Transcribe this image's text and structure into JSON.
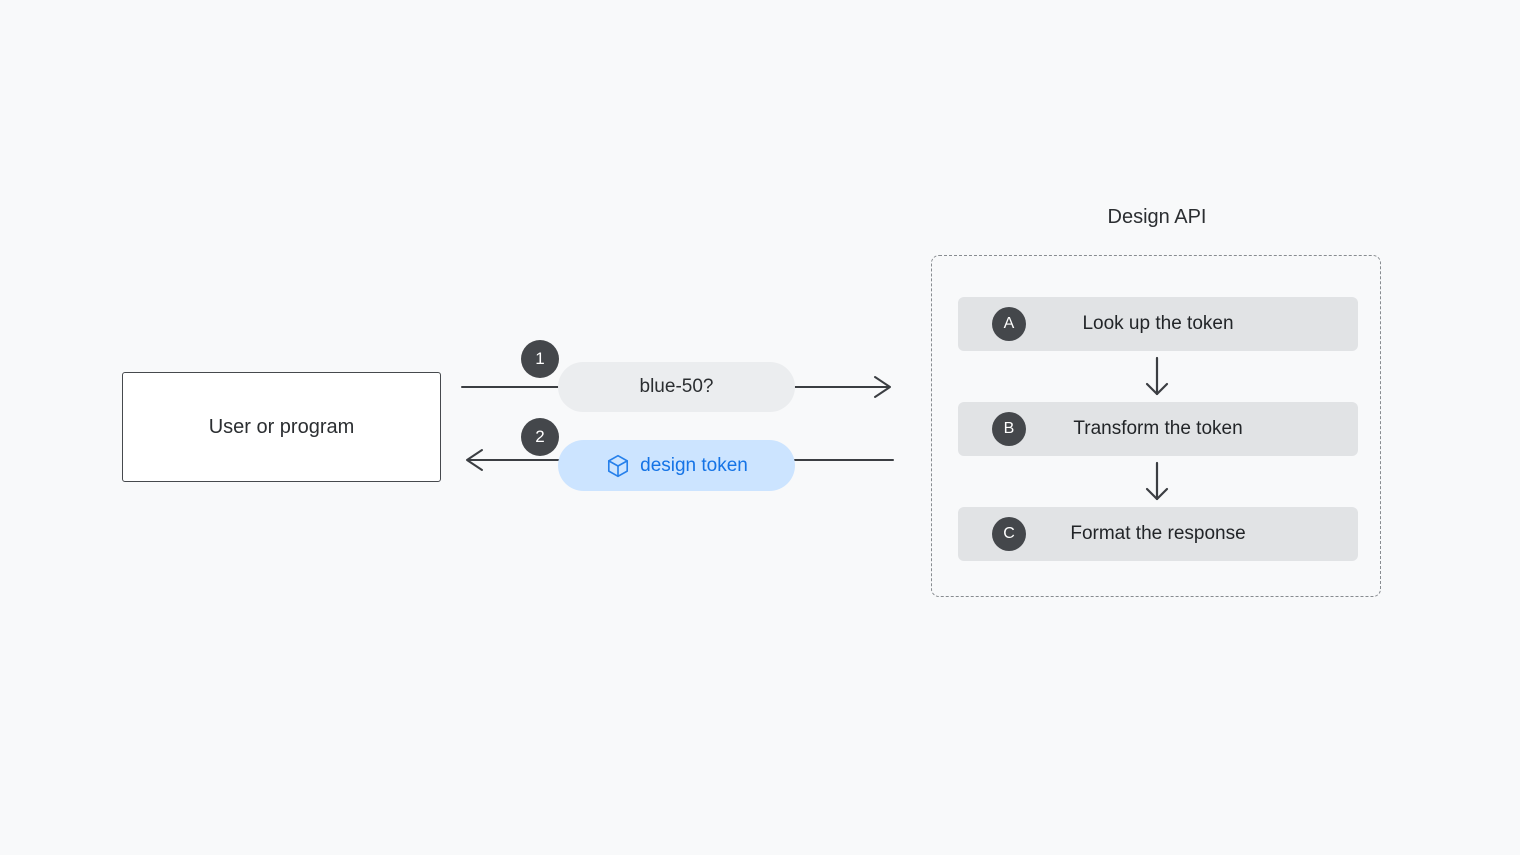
{
  "colors": {
    "background": "#f8f9fa",
    "accent_blue": "#1473e6",
    "request_pill_bg": "#ebedef",
    "response_pill_bg": "#cce4ff",
    "badge_bg": "#44474b",
    "step_bg": "#e1e3e5"
  },
  "user_box": {
    "label": "User or program"
  },
  "request": {
    "badge": "1",
    "label": "blue-50?"
  },
  "response": {
    "badge": "2",
    "label": "design token",
    "icon": "cube-icon"
  },
  "api": {
    "title": "Design API",
    "steps": [
      {
        "badge": "A",
        "label": "Look up the token"
      },
      {
        "badge": "B",
        "label": "Transform the token"
      },
      {
        "badge": "C",
        "label": "Format the response"
      }
    ]
  }
}
